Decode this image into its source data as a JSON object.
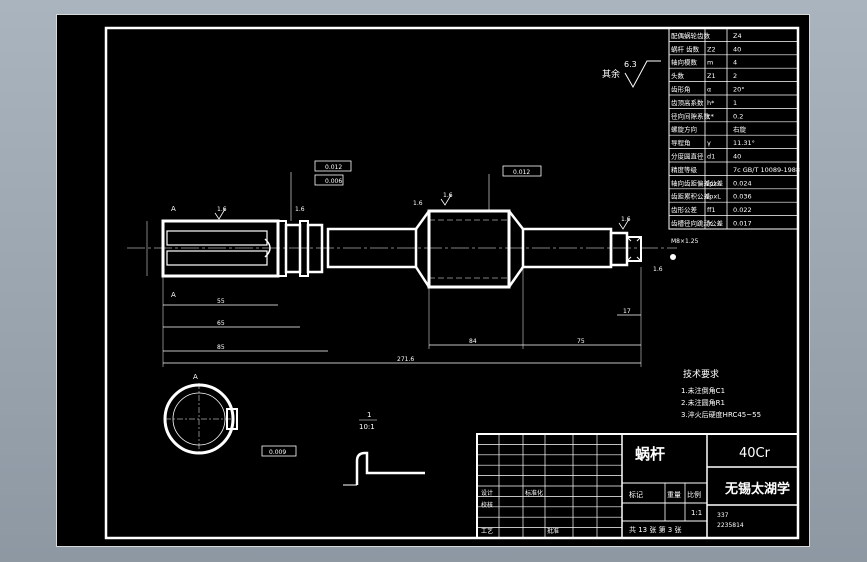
{
  "title_block": {
    "part_name": "蜗杆",
    "material": "40Cr",
    "school": "无锡太湖学",
    "scale": "1:1",
    "mark_label": "标记",
    "weight_label": "重量",
    "scale_label": "比例",
    "sheet_info": "共 13 张 第 3 张",
    "row_design": "设计",
    "row_check": "校核",
    "row_process": "工艺",
    "row_std": "标准化",
    "row_approve": "批准",
    "code_1": "337",
    "code_2": "2235814"
  },
  "param_table": [
    {
      "label": "配偶蜗轮齿数",
      "sym": "",
      "val": "Z4"
    },
    {
      "label": "蜗杆 齿数",
      "sym": "Z2",
      "val": "40"
    },
    {
      "label": "轴向模数",
      "sym": "m",
      "val": "4"
    },
    {
      "label": "头数",
      "sym": "Z1",
      "val": "2"
    },
    {
      "label": "齿形角",
      "sym": "α",
      "val": "20°"
    },
    {
      "label": "齿顶高系数",
      "sym": "h*",
      "val": "1"
    },
    {
      "label": "径向间隙系数",
      "sym": "c*",
      "val": "0.2"
    },
    {
      "label": "螺旋方向",
      "sym": "",
      "val": "右旋"
    },
    {
      "label": "导程角",
      "sym": "γ",
      "val": "11.31°"
    },
    {
      "label": "分度圆直径",
      "sym": "d1",
      "val": "40"
    },
    {
      "label": "精度等级",
      "sym": "",
      "val": "7c GB/T 10089-1988"
    },
    {
      "label": "轴向齿距偏差公差",
      "sym": "fpx",
      "val": "0.024"
    },
    {
      "label": "齿距累积公差",
      "sym": "fpxL",
      "val": "0.036"
    },
    {
      "label": "齿形公差",
      "sym": "ff1",
      "val": "0.022"
    },
    {
      "label": "齿槽径向跳动公差",
      "sym": "fr",
      "val": "0.017"
    }
  ],
  "tech_req": {
    "title": "技术要求",
    "items": [
      "1.未注倒角C1",
      "2.未注圆角R1",
      "3.淬火后硬度HRC45~55"
    ]
  },
  "roughness_other": {
    "label": "其余",
    "value": "6.3"
  },
  "dims": {
    "total": "271.6",
    "d1": "55",
    "d2": "65",
    "d3": "85",
    "d4": "84",
    "d5": "75",
    "d6": "17"
  },
  "gdt": {
    "t1": "0.012",
    "t2": "0.006",
    "t3": "0.012",
    "t4": "0.009"
  },
  "roughness": {
    "r1": "1.6",
    "r2": "1.6",
    "r3": "1.6",
    "r4": "1.6",
    "r5": "1.6",
    "r6": "1.6"
  },
  "section_mark": "A",
  "detail_label": "1",
  "detail_ratio": "10:1",
  "thread": "M8×1.25"
}
